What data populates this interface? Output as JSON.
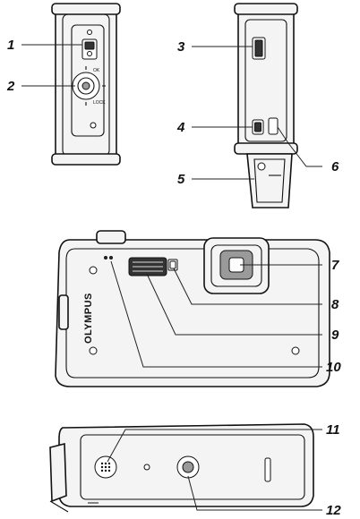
{
  "diagram": {
    "brand": "OLYMPUS",
    "side_marks": {
      "ok": "OK",
      "lock": "LOCK"
    },
    "callouts": [
      {
        "label": "1"
      },
      {
        "label": "2"
      },
      {
        "label": "3"
      },
      {
        "label": "4"
      },
      {
        "label": "5"
      },
      {
        "label": "6"
      },
      {
        "label": "7"
      },
      {
        "label": "8"
      },
      {
        "label": "9"
      },
      {
        "label": "10"
      },
      {
        "label": "11"
      },
      {
        "label": "12"
      }
    ]
  }
}
